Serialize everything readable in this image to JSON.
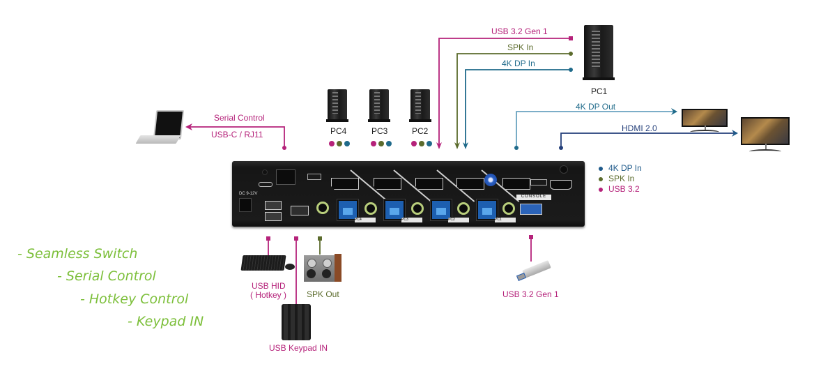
{
  "colors": {
    "usb": "#b5227a",
    "spk": "#5b6b2c",
    "dp": "#1f6a8a",
    "dp_out": "#6aa3c0",
    "hdmi": "#243f7a",
    "feature_text": "#7cbf3a"
  },
  "top_connections": {
    "usb_gen1": "USB 3.2 Gen 1",
    "spk_in": "SPK In",
    "dp_in": "4K DP In"
  },
  "computers": [
    {
      "name": "PC4",
      "icon": "tower-pc-icon"
    },
    {
      "name": "PC3",
      "icon": "tower-pc-icon"
    },
    {
      "name": "PC2",
      "icon": "tower-pc-icon"
    },
    {
      "name": "PC1",
      "icon": "tower-pc-icon"
    }
  ],
  "serial": {
    "title": "Serial Control",
    "subtitle": "USB-C / RJ11",
    "device_icon": "laptop-icon"
  },
  "outputs": {
    "dp_out": "4K DP Out",
    "hdmi": "HDMI 2.0",
    "device_icon": "monitor-icon"
  },
  "legend": [
    {
      "label": "4K DP In",
      "color": "#1f5a8a"
    },
    {
      "label": "SPK In",
      "color": "#5b6b2c"
    },
    {
      "label": "USB 3.2",
      "color": "#b5227a"
    }
  ],
  "bottom_devices": {
    "usb_hid_line1": "USB HID",
    "usb_hid_line2": "( Hotkey )",
    "spk_out": "SPK Out",
    "keypad": "USB Keypad IN",
    "usb_drive": "USB 3.2 Gen 1"
  },
  "features": [
    "- Seamless Switch",
    "- Serial Control",
    "- Hotkey Control",
    "- Keypad IN"
  ],
  "kvm_panel": {
    "dc_label": "DC 9-12V",
    "console_label": "CONSOLE",
    "port_labels": [
      "PC4",
      "PC3",
      "PC2",
      "PC1"
    ],
    "port_numbers": [
      "4",
      "3",
      "2",
      "1"
    ]
  }
}
